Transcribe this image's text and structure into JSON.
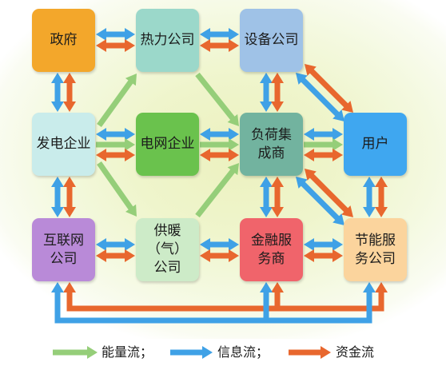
{
  "nodes": [
    {
      "lines": [
        "政府"
      ],
      "color": "#F3A72B"
    },
    {
      "lines": [
        "热力公司"
      ],
      "color": "#9BD8CA"
    },
    {
      "lines": [
        "设备公司"
      ],
      "color": "#9FC2E7"
    },
    {
      "lines": [
        "发电企业"
      ],
      "color": "#C9ECEB"
    },
    {
      "lines": [
        "电网企业"
      ],
      "color": "#6AC24D"
    },
    {
      "lines": [
        "负荷集",
        "成商"
      ],
      "color": "#72B39F"
    },
    {
      "lines": [
        "用户"
      ],
      "color": "#3FA7F0"
    },
    {
      "lines": [
        "互联网",
        "公司"
      ],
      "color": "#B98AD8"
    },
    {
      "lines": [
        "供暖",
        "（气）",
        "公司"
      ],
      "color": "#CDEBC8"
    },
    {
      "lines": [
        "金融服",
        "务商"
      ],
      "color": "#F0646B"
    },
    {
      "lines": [
        "节能服",
        "务公司"
      ],
      "color": "#FBD49D"
    }
  ],
  "edges": [
    {
      "from": 0,
      "to": 1,
      "flows": [
        1,
        2
      ]
    },
    {
      "from": 1,
      "to": 2,
      "flows": [
        1,
        2
      ]
    },
    {
      "from": 0,
      "to": 3,
      "flows": [
        1,
        2
      ]
    },
    {
      "from": 3,
      "to": 7,
      "flows": [
        1,
        2
      ]
    },
    {
      "from": 2,
      "to": 5,
      "flows": [
        1,
        2
      ]
    },
    {
      "from": 5,
      "to": 9,
      "flows": [
        1,
        2
      ]
    },
    {
      "from": 6,
      "to": 10,
      "flows": [
        1,
        2
      ]
    },
    {
      "from": 3,
      "to": 4,
      "flows": [
        1,
        0,
        2
      ]
    },
    {
      "from": 4,
      "to": 5,
      "flows": [
        1,
        0,
        2
      ]
    },
    {
      "from": 5,
      "to": 6,
      "flows": [
        1,
        0,
        2
      ]
    },
    {
      "from": 7,
      "to": 8,
      "flows": [
        1,
        2
      ]
    },
    {
      "from": 8,
      "to": 9,
      "flows": [
        1,
        2
      ]
    },
    {
      "from": 9,
      "to": 10,
      "flows": [
        1,
        2
      ]
    },
    {
      "from": 2,
      "to": 6,
      "flows": [
        1,
        2
      ]
    },
    {
      "from": 5,
      "to": 10,
      "flows": [
        1,
        2
      ]
    },
    {
      "from": 3,
      "to": 1,
      "flows": [
        0
      ]
    },
    {
      "from": 1,
      "to": 5,
      "flows": [
        0
      ]
    },
    {
      "from": 3,
      "to": 8,
      "flows": [
        0
      ]
    },
    {
      "from": 8,
      "to": 5,
      "flows": [
        0
      ]
    }
  ],
  "buses": [
    {
      "nodes": [
        7,
        9,
        10
      ],
      "flows": [
        1,
        2
      ]
    }
  ],
  "legend": [
    {
      "label": "能量流；",
      "color": "#95CE79",
      "two_way": false
    },
    {
      "label": "信息流；",
      "color": "#3FA1E6",
      "two_way": true
    },
    {
      "label": "资金流",
      "color": "#E8672E",
      "two_way": true
    }
  ]
}
